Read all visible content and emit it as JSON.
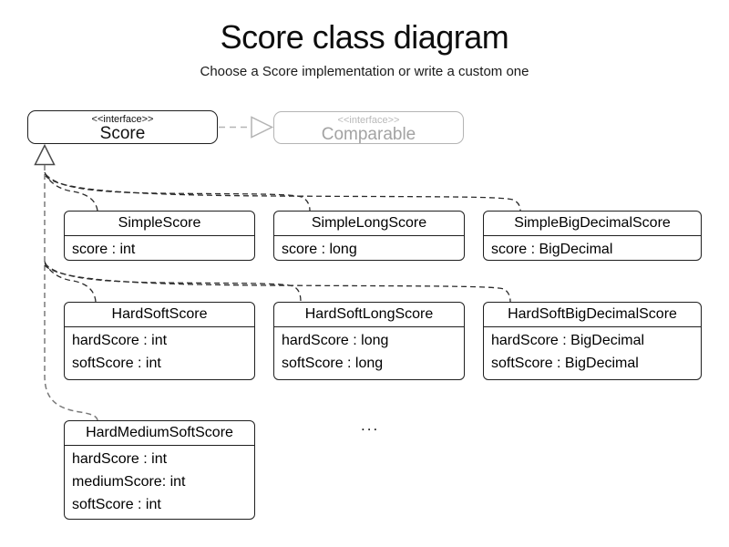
{
  "header": {
    "title": "Score class diagram",
    "subtitle": "Choose a Score implementation or write a custom one"
  },
  "interfaces": {
    "score": {
      "stereotype": "<<interface>>",
      "name": "Score"
    },
    "comparable": {
      "stereotype": "<<interface>>",
      "name": "Comparable"
    }
  },
  "classes": [
    {
      "name": "SimpleScore",
      "attributes": [
        "score : int"
      ]
    },
    {
      "name": "SimpleLongScore",
      "attributes": [
        "score : long"
      ]
    },
    {
      "name": "SimpleBigDecimalScore",
      "attributes": [
        "score : BigDecimal"
      ]
    },
    {
      "name": "HardSoftScore",
      "attributes": [
        "hardScore : int",
        "softScore : int"
      ]
    },
    {
      "name": "HardSoftLongScore",
      "attributes": [
        "hardScore : long",
        "softScore : long"
      ]
    },
    {
      "name": "HardSoftBigDecimalScore",
      "attributes": [
        "hardScore : BigDecimal",
        "softScore : BigDecimal"
      ]
    },
    {
      "name": "HardMediumSoftScore",
      "attributes": [
        "hardScore : int",
        "mediumScore: int",
        "softScore : int"
      ]
    }
  ],
  "ellipsis": "...",
  "relationships": {
    "score_to_comparable": "realization",
    "classes_to_score": "realization"
  },
  "colors": {
    "line": "#2b2b2b",
    "trunk_line": "#7a7a7a",
    "muted_border": "#b4b4b4",
    "muted_text": "#a3a3a3",
    "text": "#000000",
    "background": "#ffffff"
  }
}
